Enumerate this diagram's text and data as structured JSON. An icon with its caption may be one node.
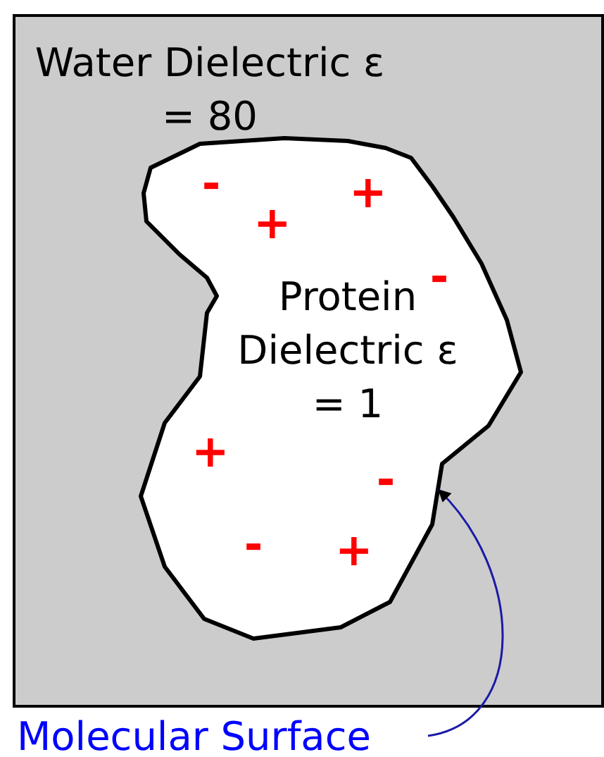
{
  "diagram": {
    "nodes": [
      {
        "text": [
          "Water Dielectric ε = 80"
        ]
      },
      {
        "text": [
          "Protein Dielectric ε = 1"
        ],
        "in": 0
      },
      {
        "text": [
          "Molecular Surface"
        ]
      }
    ],
    "edges": [
      {
        "from": 2,
        "to": 1,
        "arrow": "to",
        "color": "#1a1aa6"
      }
    ],
    "labels": [
      "-",
      "+",
      "+",
      "-",
      "+",
      "-",
      "-",
      "+"
    ]
  }
}
